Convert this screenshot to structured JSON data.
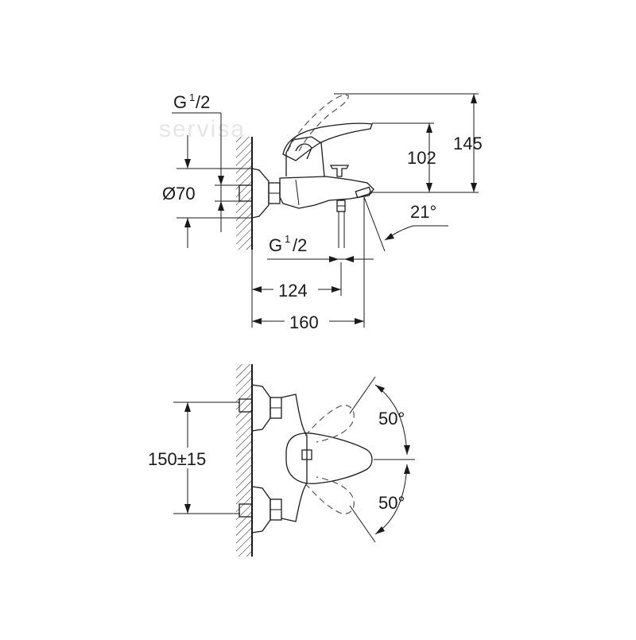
{
  "watermark": "servisa",
  "side_view": {
    "thread_top": {
      "main": "G",
      "sup": "1",
      "sub": "/2"
    },
    "thread_bottom": {
      "main": "G",
      "sup": "1",
      "sub": "/2"
    },
    "diameter": "Ø70",
    "height_total": "145",
    "height_spout": "102",
    "angle_spout": "21°",
    "length_inner": "124",
    "length_outer": "160"
  },
  "front_view": {
    "centers": "150±15",
    "angle_upper": "50°",
    "angle_lower": "50°"
  }
}
